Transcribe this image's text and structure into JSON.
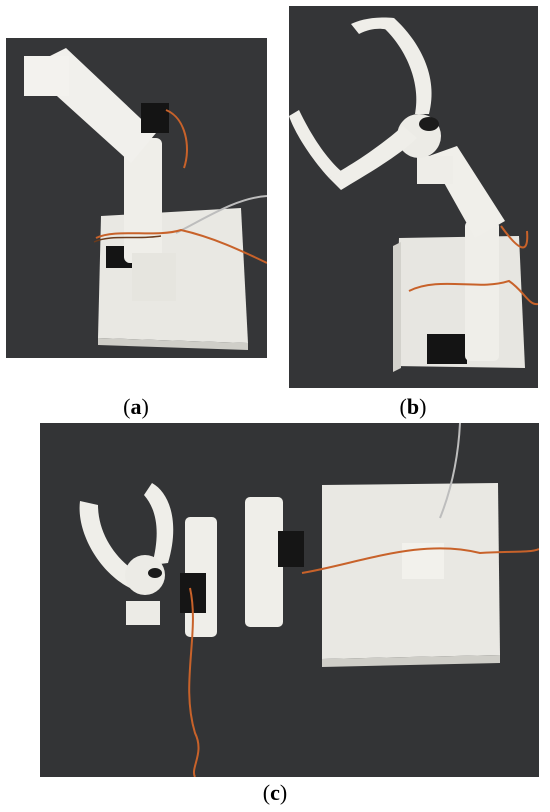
{
  "figure": {
    "panels": [
      {
        "id": "a",
        "caption_letter": "a"
      },
      {
        "id": "b",
        "caption_letter": "b"
      },
      {
        "id": "c",
        "caption_letter": "c"
      }
    ]
  },
  "colors": {
    "table_surface": "#2e2f31",
    "printed_parts": "#ecebe6",
    "servo_body": "#151515",
    "wire_orange": "#c8622a",
    "wire_brown": "#6b3b1c"
  }
}
